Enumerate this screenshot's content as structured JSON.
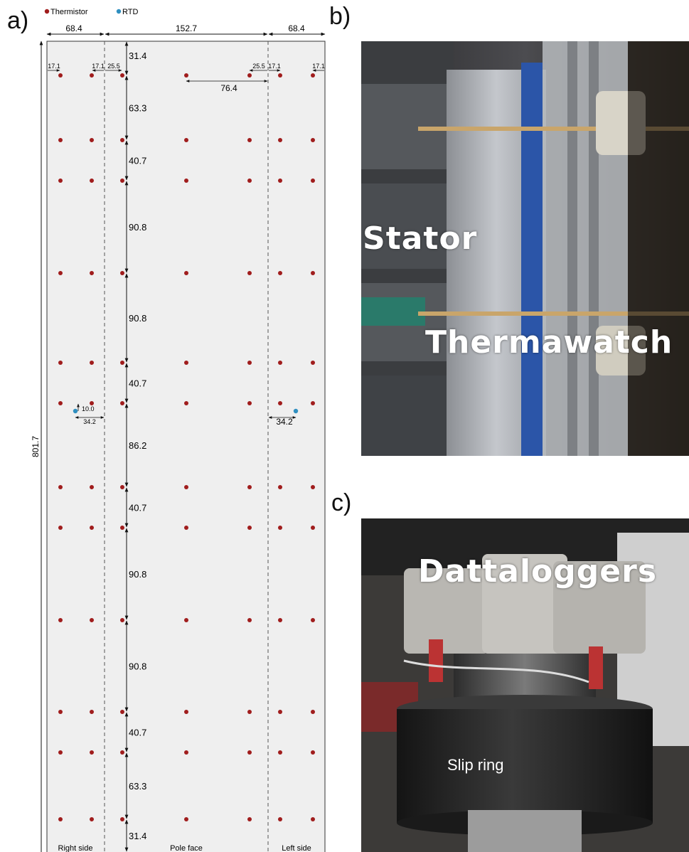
{
  "panels": {
    "a": "a)",
    "b": "b)",
    "c": "c)"
  },
  "legend": {
    "thermistor": "Thermistor",
    "rtd": "RTD"
  },
  "colors": {
    "thermistor": "#a01d1d",
    "rtd": "#2f8fc0",
    "panel_fill": "#efefef"
  },
  "dimensions": {
    "widths": {
      "side_left": "68.4",
      "pole_face": "152.7",
      "side_right": "68.4"
    },
    "small": {
      "s1": "17.1",
      "s2": "17.1",
      "s3": "25.5",
      "s4": "25.5",
      "s5": "17.1",
      "s6": "17.1"
    },
    "spacing_76": "76.4",
    "total_height": "801.7",
    "rtd_offset": "10.0",
    "rtd_left": "34.2",
    "rtd_right": "34.2",
    "vertical": [
      "31.4",
      "63.3",
      "40.7",
      "90.8",
      "90.8",
      "40.7",
      "86.2",
      "40.7",
      "90.8",
      "90.8",
      "40.7",
      "63.3",
      "31.4"
    ]
  },
  "regions": {
    "right_side": "Right side",
    "pole_face": "Pole face",
    "left_side": "Left side"
  },
  "photos": {
    "b": {
      "label_1": "Stator",
      "label_2": "Thermawatch",
      "description_icon": "stator-photo"
    },
    "c": {
      "label_1": "Dattaloggers",
      "label_2": "Slip ring",
      "description_icon": "slip-ring-photo"
    }
  }
}
